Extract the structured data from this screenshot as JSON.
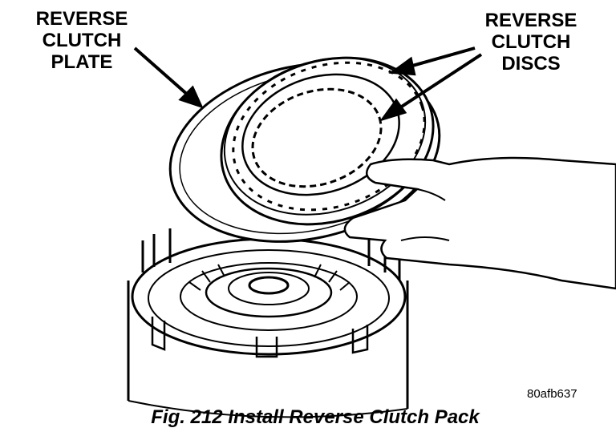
{
  "labels": {
    "plate": [
      "REVERSE",
      "CLUTCH",
      "PLATE"
    ],
    "discs": [
      "REVERSE",
      "CLUTCH",
      "DISCS"
    ]
  },
  "figure_id": "80afb637",
  "caption": "Fig. 212 Install Reverse Clutch Pack",
  "colors": {
    "ink": "#000000",
    "paper": "#ffffff"
  }
}
